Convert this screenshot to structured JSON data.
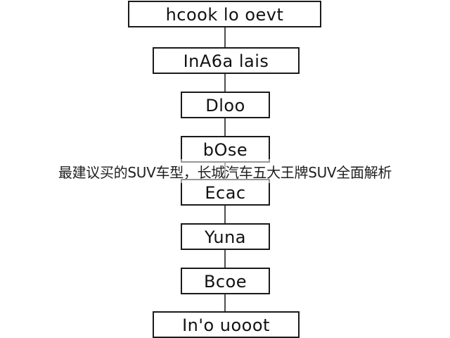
{
  "diagram": {
    "nodes": [
      {
        "id": "n1",
        "label": "hcook lo oevt"
      },
      {
        "id": "n2",
        "label": "InA6a lais"
      },
      {
        "id": "n3",
        "label": "Dloo"
      },
      {
        "id": "n4",
        "label": "bOse"
      },
      {
        "id": "n5",
        "label": "Ecac"
      },
      {
        "id": "n6",
        "label": "Yuna"
      },
      {
        "id": "n7",
        "label": "Bcoe"
      },
      {
        "id": "n8",
        "label": "In'o uooot"
      }
    ],
    "edges": [
      {
        "from": "n1",
        "to": "n2"
      },
      {
        "from": "n2",
        "to": "n3"
      },
      {
        "from": "n3",
        "to": "n4"
      },
      {
        "from": "n4",
        "to": "n5"
      },
      {
        "from": "n5",
        "to": "n6"
      },
      {
        "from": "n6",
        "to": "n7"
      },
      {
        "from": "n7",
        "to": "n8"
      }
    ]
  },
  "overlay": {
    "caption": "最建议买的SUV车型，长城汽车五大王牌SUV全面解析"
  },
  "colors": {
    "stroke": "#1a1a1a",
    "text": "#111111",
    "background": "#ffffff"
  }
}
